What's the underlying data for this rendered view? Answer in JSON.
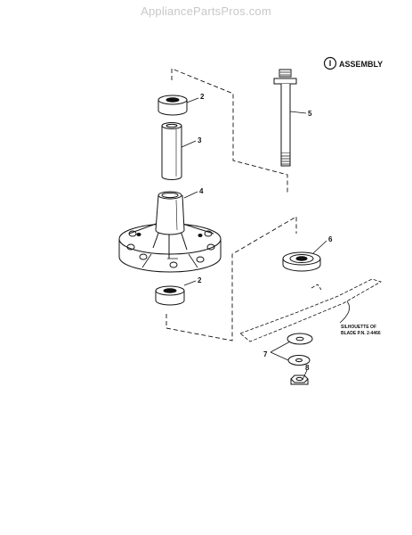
{
  "header": {
    "watermark": "AppliancePartsPros.com"
  },
  "assembly": {
    "symbol": "I",
    "label": "ASSEMBLY"
  },
  "callouts": {
    "c2_top": "2",
    "c3": "3",
    "c4": "4",
    "c2_bottom": "2",
    "c5": "5",
    "c6": "6",
    "c7": "7",
    "c8": "8"
  },
  "blade_note": {
    "line1": "SILHOUETTE OF",
    "line2": "BLADE P.N. 2-4466"
  }
}
